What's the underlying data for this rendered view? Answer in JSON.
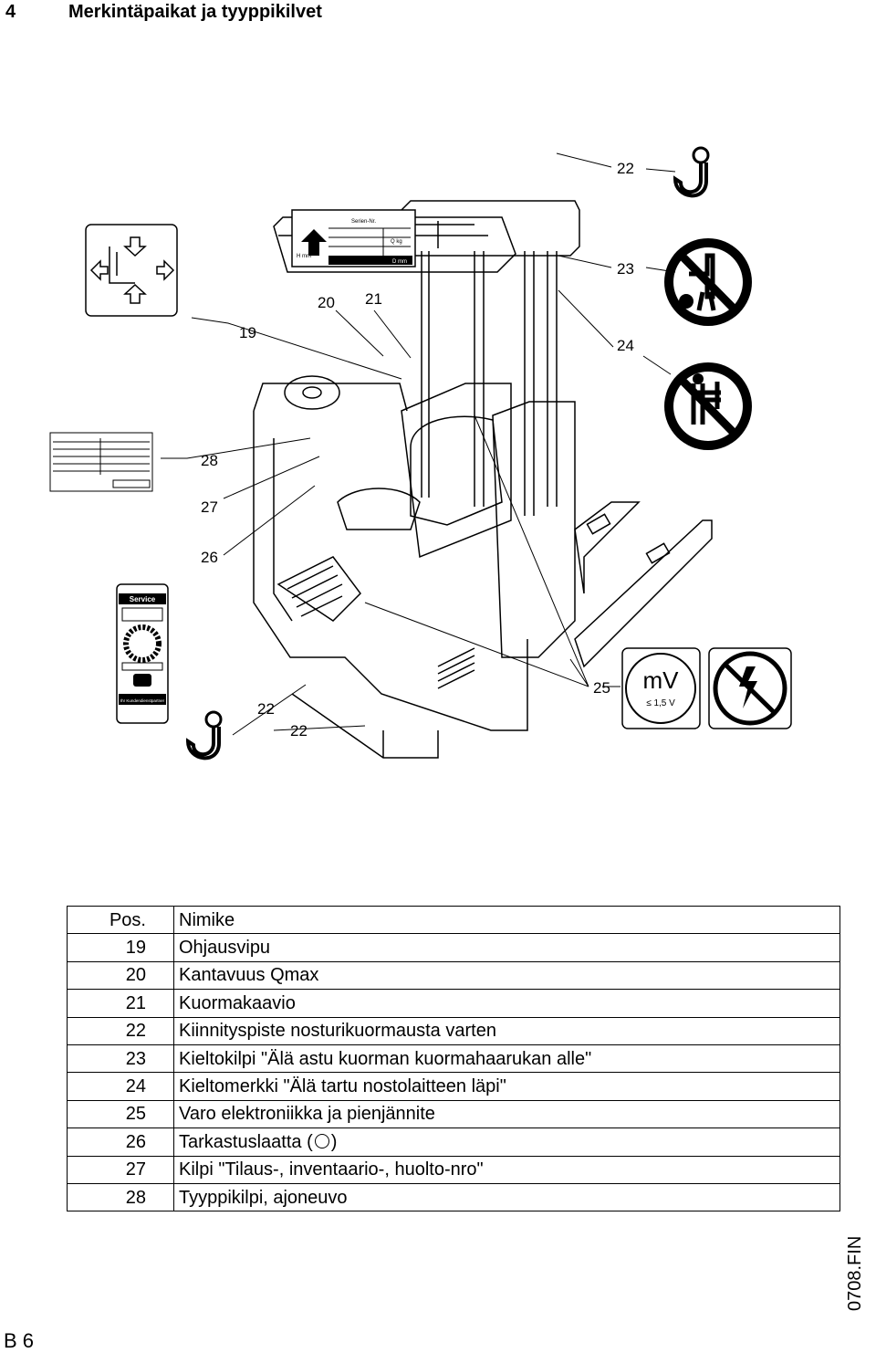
{
  "header": {
    "section_number": "4",
    "title": "Merkintäpaikat ja tyyppikilvet"
  },
  "figure": {
    "callouts": {
      "c22a": "22",
      "c23": "23",
      "c24": "24",
      "c19": "19",
      "c20": "20",
      "c21": "21",
      "c28": "28",
      "c27": "27",
      "c26": "26",
      "c25": "25",
      "c22b": "22",
      "c22c": "22"
    },
    "load_chart": {
      "h_mm": "H mm",
      "d_mm": "D mm",
      "q_kg": "Q kg",
      "serial": "Serien-Nr."
    },
    "service_plate": {
      "title": "Service",
      "partner": "Ihr Kundendienstpartner"
    },
    "warning_25": {
      "mv": "mV",
      "voltage": "≤ 1,5 V"
    },
    "icons": [
      "joystick-arrows-icon",
      "crane-hook-icon",
      "no-standing-on-forks-icon",
      "no-reaching-through-mast-icon",
      "electronics-warning-icon",
      "no-high-voltage-icon",
      "telephone-icon"
    ]
  },
  "table": {
    "header": {
      "pos": "Pos.",
      "name": "Nimike"
    },
    "rows": [
      {
        "pos": "19",
        "name": "Ohjausvipu"
      },
      {
        "pos": "20",
        "name": "Kantavuus Qmax"
      },
      {
        "pos": "21",
        "name": "Kuormakaavio"
      },
      {
        "pos": "22",
        "name": "Kiinnityspiste nosturikuormausta varten"
      },
      {
        "pos": "23",
        "name": "Kieltokilpi \"Älä astu kuorman kuormahaarukan alle\""
      },
      {
        "pos": "24",
        "name": "Kieltomerkki \"Älä tartu nostolaitteen läpi\""
      },
      {
        "pos": "25",
        "name": "Varo elektroniikka ja pienjännite"
      },
      {
        "pos": "26",
        "name": "Tarkastuslaatta (",
        "suffix": ")"
      },
      {
        "pos": "27",
        "name": "Kilpi \"Tilaus-, inventaario-, huolto-nro\""
      },
      {
        "pos": "28",
        "name": "Tyyppikilpi, ajoneuvo"
      }
    ]
  },
  "footer": {
    "doc_code": "0708.FIN",
    "page": "B 6"
  }
}
